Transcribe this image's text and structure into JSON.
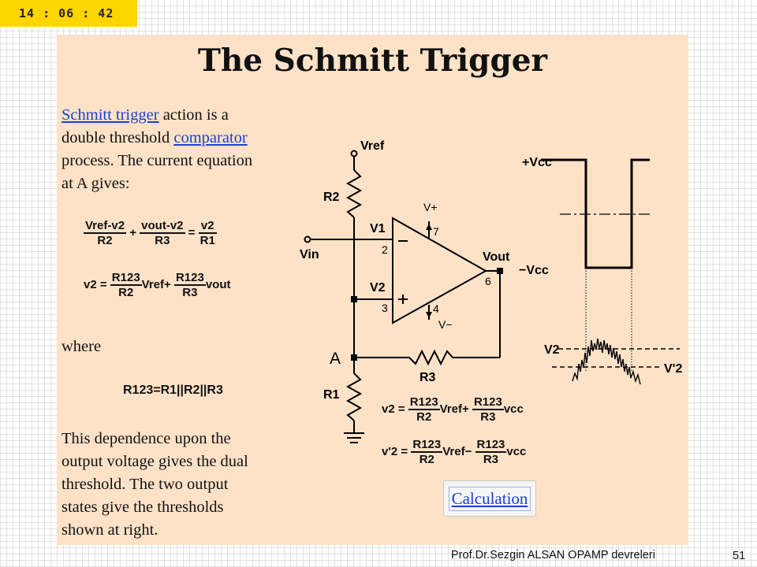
{
  "timer": "14 : 06 : 42",
  "title": "The Schmitt Trigger",
  "intro": {
    "link1": "Schmitt trigger",
    "t1": " action is a",
    "t2": "double threshold ",
    "link2": "comparator",
    "t3": "process. The current equation",
    "t4": "at A gives:"
  },
  "eq1": {
    "n1": "Vref-v2",
    "d1": "R2",
    "op1": "+",
    "n2": "vout-v2",
    "d2": "R3",
    "op2": "=",
    "n3": "v2",
    "d3": "R1"
  },
  "eq2": {
    "lhs": "v2 =",
    "n1": "R123",
    "d1": "R2",
    "m1": "Vref+",
    "n2": "R123",
    "d2": "R3",
    "m2": "vout"
  },
  "where": "where",
  "eq3": "R123=R1||R2||R3",
  "outro": {
    "l1": "This dependence upon the",
    "l2": "output voltage gives the dual",
    "l3": "threshold. The two output",
    "l4": "states give the thresholds",
    "l5": "shown at right."
  },
  "circuit": {
    "vref": "Vref",
    "r2": "R2",
    "v1": "V1",
    "vin": "Vin",
    "pin2": "2",
    "v2": "V2",
    "pin3": "3",
    "vplus": "V+",
    "pin7": "7",
    "pin4": "4",
    "vminus": "V−",
    "vout": "Vout",
    "pin6": "6",
    "minus": "−",
    "plus": "+",
    "nodeA": "A",
    "r3": "R3",
    "r1": "R1"
  },
  "waveform": {
    "vcc_pos": "+Vcc",
    "vcc_neg": "−Vcc",
    "v2": "V2",
    "v2p": "V'2"
  },
  "eq4": {
    "lhs": "v2 =",
    "n1": "R123",
    "d1": "R2",
    "m1": "Vref+",
    "n2": "R123",
    "d2": "R3",
    "m2": "vcc"
  },
  "eq5": {
    "lhs": "v'2 =",
    "n1": "R123",
    "d1": "R2",
    "m1": "Vref−",
    "n2": "R123",
    "d2": "R3",
    "m2": "vcc"
  },
  "calc_button": "Calculation",
  "footer": "Prof.Dr.Sezgin ALSAN  OPAMP devreleri",
  "page_number": "51"
}
